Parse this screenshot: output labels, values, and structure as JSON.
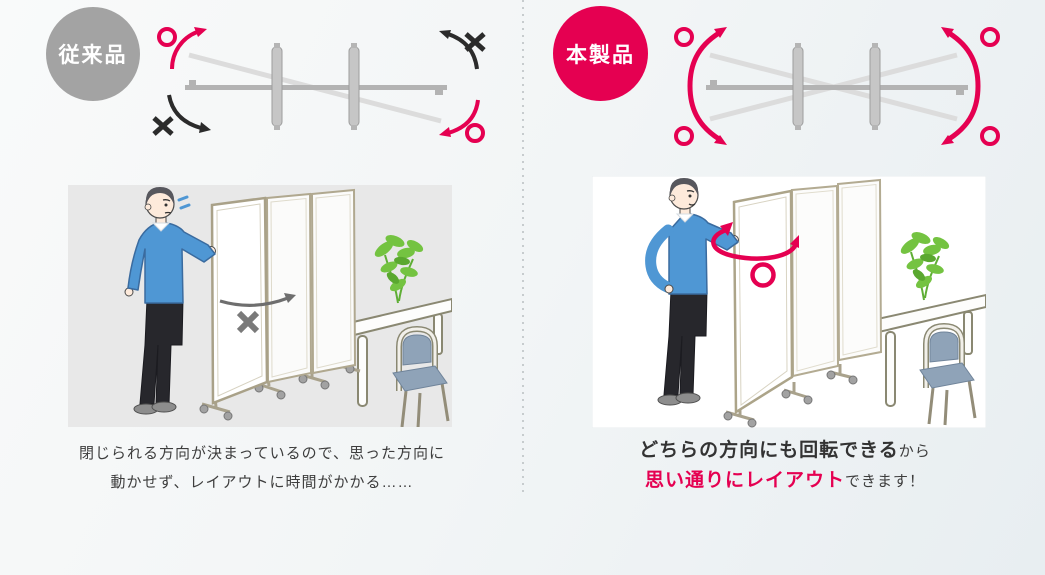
{
  "left_panel": {
    "badge": "従来品",
    "badge_color": "#a3a3a3",
    "caption": {
      "line1": "閉じられる方向が決まっているので、思った方向に",
      "line2": "動かせず、レイアウトに時間がかかる……"
    }
  },
  "right_panel": {
    "badge": "本製品",
    "badge_color": "#e50051",
    "caption": {
      "line1_strong": "どちらの方向にも回転できる",
      "line1_rest": "から",
      "line2_accent": "思い通りにレイアウト",
      "line2_rest": "できます！"
    }
  },
  "symbols": {
    "allowed_mark": "○",
    "not_allowed_mark": "×"
  },
  "colors": {
    "accent_pink": "#e50051",
    "arrow_black": "#2b2b2b",
    "diagram_gray": "#b3b3b3",
    "left_illustration_bg": "#e8e8e8",
    "right_illustration_bg": "#ffffff",
    "caption_text": "#3d3d3d"
  }
}
